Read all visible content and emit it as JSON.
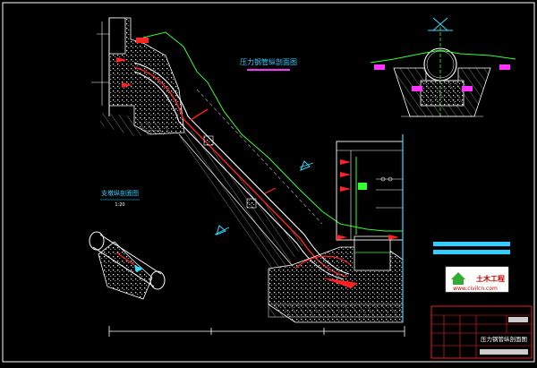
{
  "drawing": {
    "section_title": "压力钢管纵剖面图",
    "cross_section_title": "",
    "support_detail_title": "支墩纵剖面图",
    "support_scale": "1:20",
    "title_block_name": "压力钢管纵剖面图",
    "watermark_name": "土木工程",
    "watermark_url": "www.civilcn.com"
  },
  "colors": {
    "background": "#000000",
    "frame": "#ffffff",
    "section_line": "#ff2222",
    "title_text": "#33ccff",
    "magenta": "#ff33ff",
    "green": "#33ff33",
    "yellow": "#ffff33",
    "cyan": "#33ddff",
    "watermark": "#cc0000"
  }
}
